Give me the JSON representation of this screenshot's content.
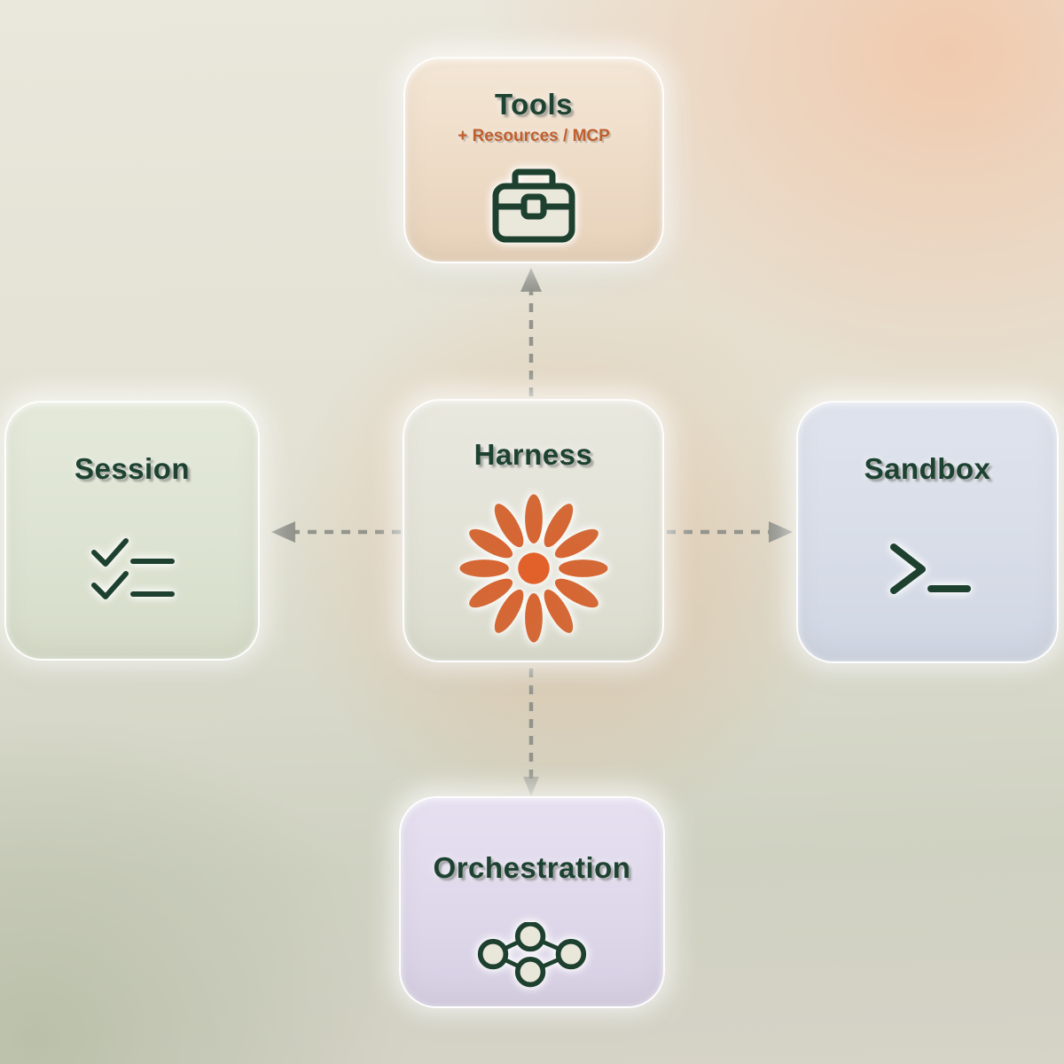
{
  "diagram": {
    "harness": {
      "label": "Harness",
      "icon": "flower-burst-icon"
    },
    "tools": {
      "label": "Tools",
      "sublabel": "+ Resources / MCP",
      "icon": "toolbox-icon"
    },
    "session": {
      "label": "Session",
      "icon": "checklist-icon"
    },
    "sandbox": {
      "label": "Sandbox",
      "icon": "terminal-prompt-icon"
    },
    "orchestration": {
      "label": "Orchestration",
      "icon": "network-nodes-icon"
    },
    "arrows": [
      {
        "from": "harness",
        "to": "tools",
        "style": "dashed"
      },
      {
        "from": "harness",
        "to": "session",
        "style": "dashed"
      },
      {
        "from": "harness",
        "to": "sandbox",
        "style": "dashed"
      },
      {
        "from": "harness",
        "to": "orchestration",
        "style": "dashed"
      }
    ],
    "colors": {
      "title_text": "#1d4231",
      "subtitle_text": "#c05f2e",
      "icon_stroke": "#1d402f",
      "flower_orange": "#e0602c",
      "arrow_gray": "#8e9089",
      "tools_bg": "#eedcc8",
      "session_bg": "#dde3d2",
      "harness_bg": "#e3e3d8",
      "sandbox_bg": "#d8dde8",
      "orchestration_bg": "#ded8ea"
    }
  }
}
